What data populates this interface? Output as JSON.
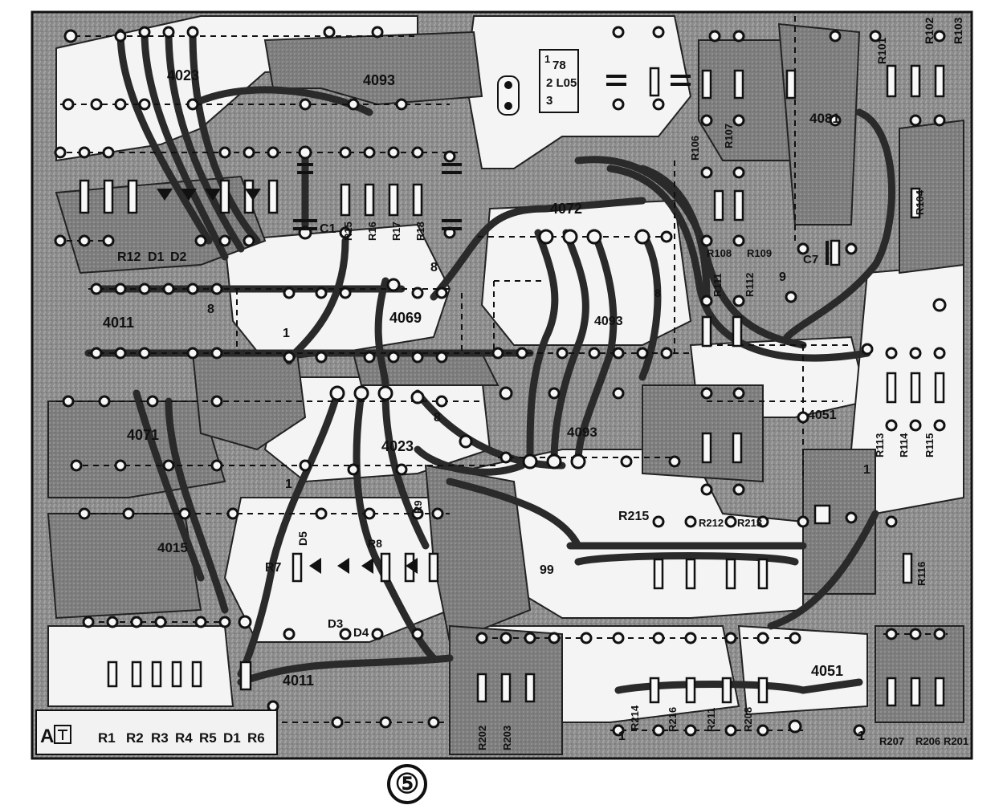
{
  "figure": {
    "number": "⑤"
  },
  "chips": {
    "u4023_top": "4023",
    "u4093_top": "4093",
    "u4072": "4072",
    "u4081": "4081",
    "u4011_left": "4011",
    "u4069": "4069",
    "u4071": "4071",
    "u4023_mid": "4023",
    "u4093_mid": "4093",
    "u4015": "4015",
    "u4011_bot": "4011",
    "u4051_right": "4051",
    "u4051_bot": "4051",
    "u4093_right": "4093"
  },
  "regulator": {
    "l1": "78",
    "l2": "2 L05",
    "l3": "3",
    "pin1": "1"
  },
  "components_top": {
    "R12": "R12",
    "D1": "D1",
    "D2": "D2",
    "C1": "C1",
    "R15": "R15",
    "R16": "R16",
    "R17": "R17",
    "R18": "R18",
    "R101": "R101",
    "R102": "R102",
    "R103": "R103",
    "R104": "R104",
    "R106": "R106",
    "R107": "R107",
    "R108": "R108",
    "R109": "R109",
    "C7": "C7",
    "R111": "R111",
    "R112": "R112"
  },
  "components_right": {
    "R113": "R113",
    "R114": "R114",
    "R115": "R115",
    "R116": "R116"
  },
  "components_mid": {
    "R7": "R7",
    "R8": "R8",
    "R9": "R9",
    "D3": "D3",
    "D4": "D4",
    "D5": "D5"
  },
  "components_bottom_mid": {
    "R215": "R215",
    "R212": "R212",
    "R213": "R213",
    "R214": "R214",
    "R216": "R216",
    "R211": "R211",
    "R208": "R208",
    "R207": "R207",
    "R206": "R206",
    "R201": "R201",
    "R202": "R202",
    "R203": "R203"
  },
  "legend_bottom": [
    "R1",
    "R2",
    "R3",
    "R4",
    "R5",
    "D1",
    "R6"
  ],
  "marks": {
    "m8a": "8",
    "m8b": "8",
    "m8c": "8",
    "m8d": "8",
    "m9": "9",
    "m99": "99",
    "m1a": "1",
    "m1b": "1",
    "m1c": "1",
    "m1d": "1",
    "m1e": "1",
    "logo": "A"
  }
}
